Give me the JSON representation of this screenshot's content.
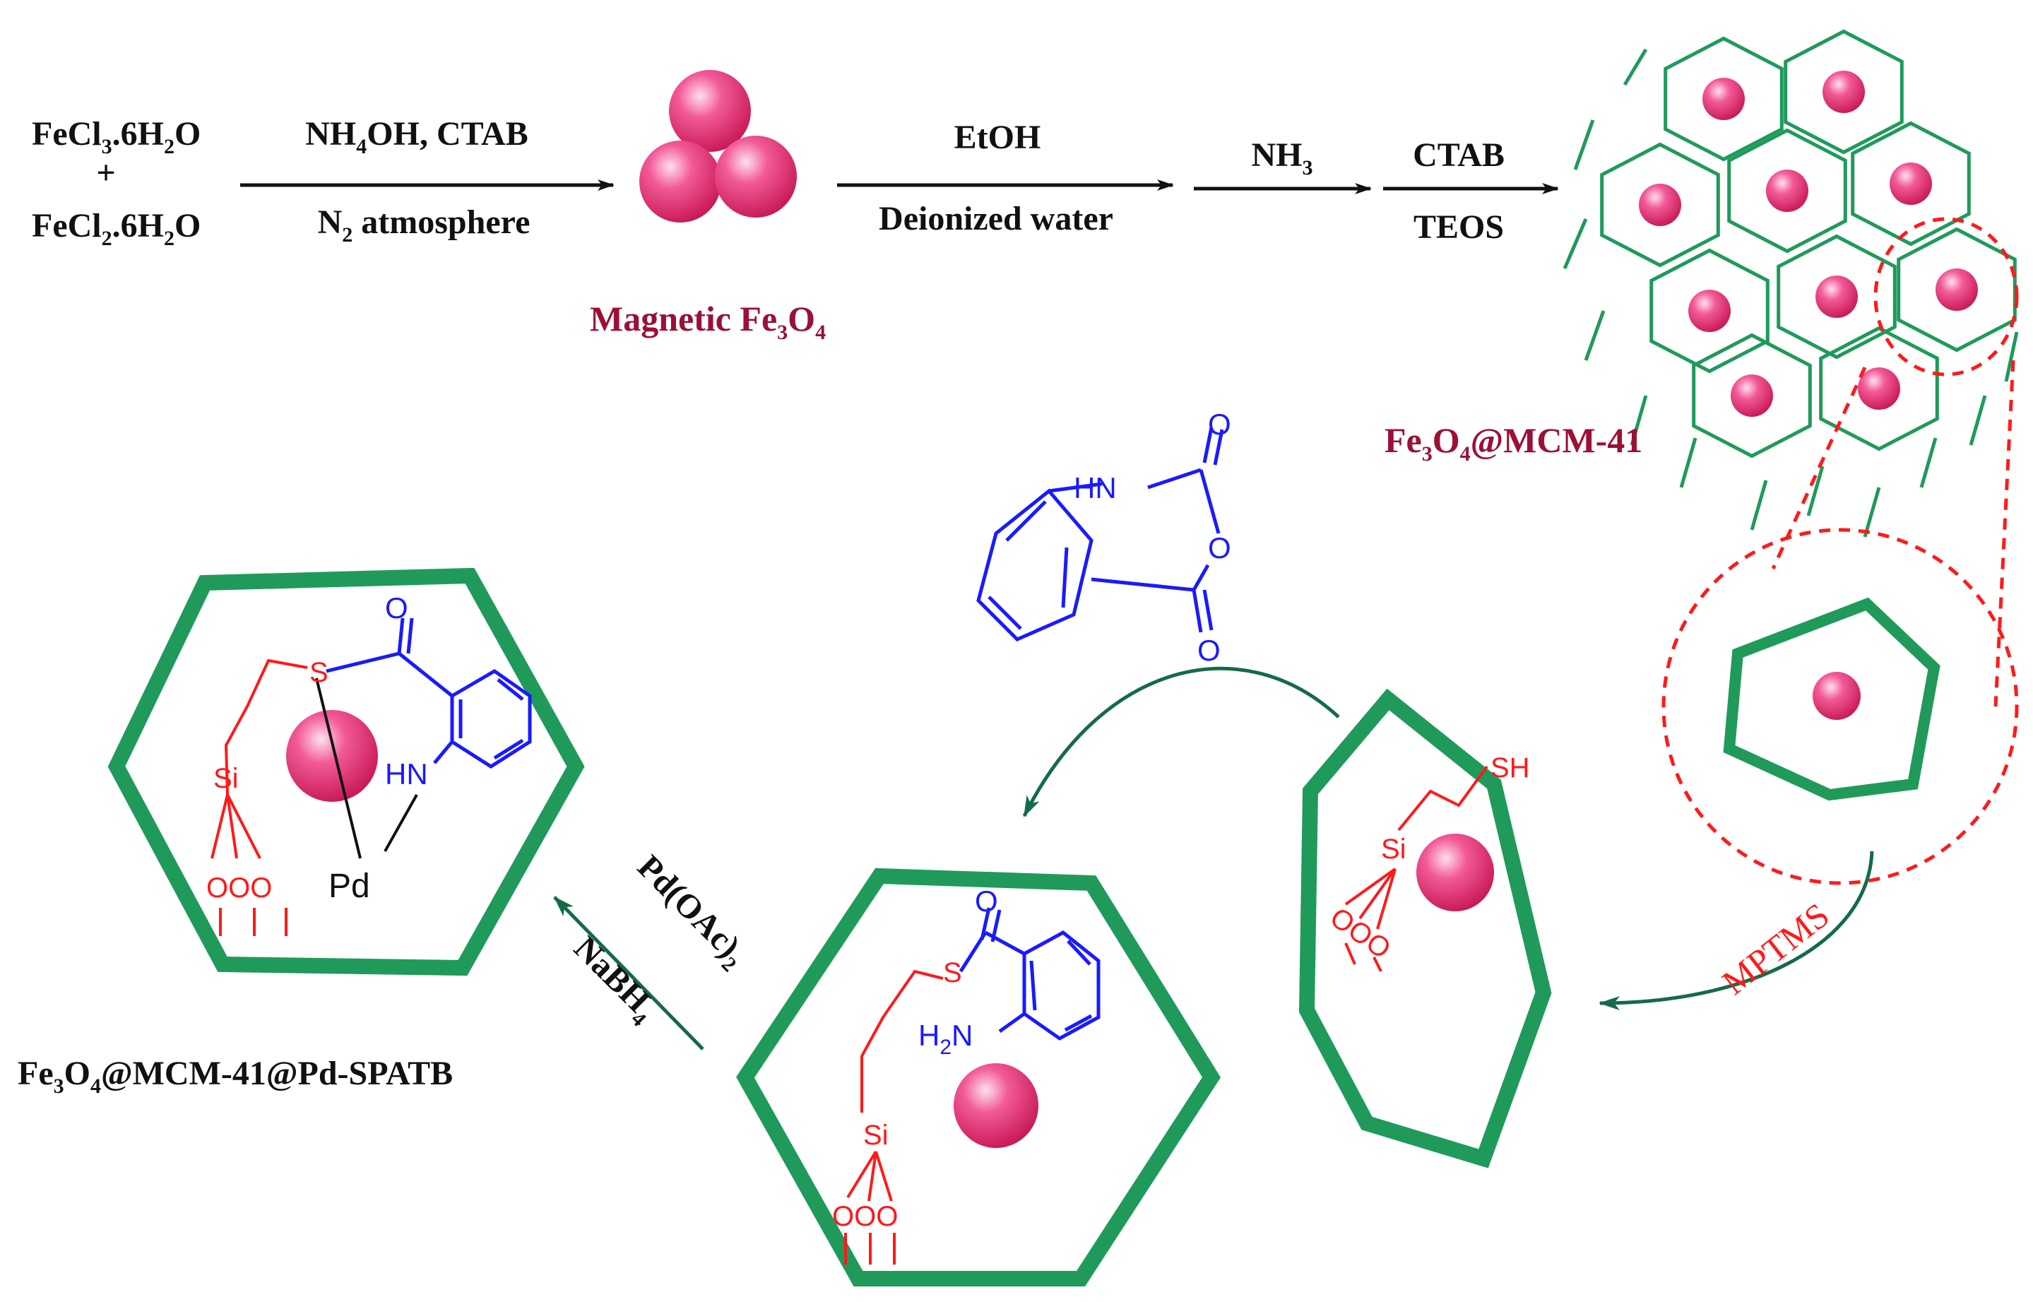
{
  "colors": {
    "green": "#1f9a5a",
    "red": "#ff1a1a",
    "blue": "#1a1aff",
    "maroon": "#9b1035",
    "arrow_green": "#146b47",
    "particle": "#e8206e"
  },
  "reactants": {
    "r1_base": "FeCl",
    "r1_sub": "3",
    "r1_tail": ".6H",
    "r1_sub2": "2",
    "r1_end": "O",
    "plus": "+",
    "r2_base": "FeCl",
    "r2_sub": "2",
    "r2_tail": ".6H",
    "r2_sub2": "2",
    "r2_end": "O"
  },
  "step1": {
    "above_a": "NH",
    "above_sub": "4",
    "above_b": "OH, CTAB",
    "below_a": "N",
    "below_sub": "2",
    "below_b": " atmosphere"
  },
  "step2": {
    "above": "EtOH",
    "below": "Deionized water"
  },
  "step3": {
    "above_a": "NH",
    "above_sub": "3"
  },
  "step4": {
    "above": "CTAB",
    "below": "TEOS"
  },
  "labels": {
    "magnetic_a": "Magnetic Fe",
    "magnetic_sub1": "3",
    "magnetic_b": "O",
    "magnetic_sub2": "4",
    "mcm_a": "Fe",
    "mcm_sub1": "3",
    "mcm_b": "O",
    "mcm_sub2": "4",
    "mcm_c": "@MCM-41",
    "final_a": "Fe",
    "final_sub1": "3",
    "final_b": "O",
    "final_sub2": "4",
    "final_c": "@MCM-41@Pd-SPATB"
  },
  "mptms": "MPTMS",
  "pd_step": {
    "above_a": "Pd(OAc)",
    "above_sub": "2",
    "below_a": "NaBH",
    "below_sub": "4"
  },
  "atoms": {
    "HN": "HN",
    "O": "O",
    "SH": "SH",
    "Si": "Si",
    "S": "S",
    "H2N_a": "H",
    "H2N_sub": "2",
    "H2N_b": "N",
    "Pd": "Pd",
    "OOO": "OOO"
  }
}
